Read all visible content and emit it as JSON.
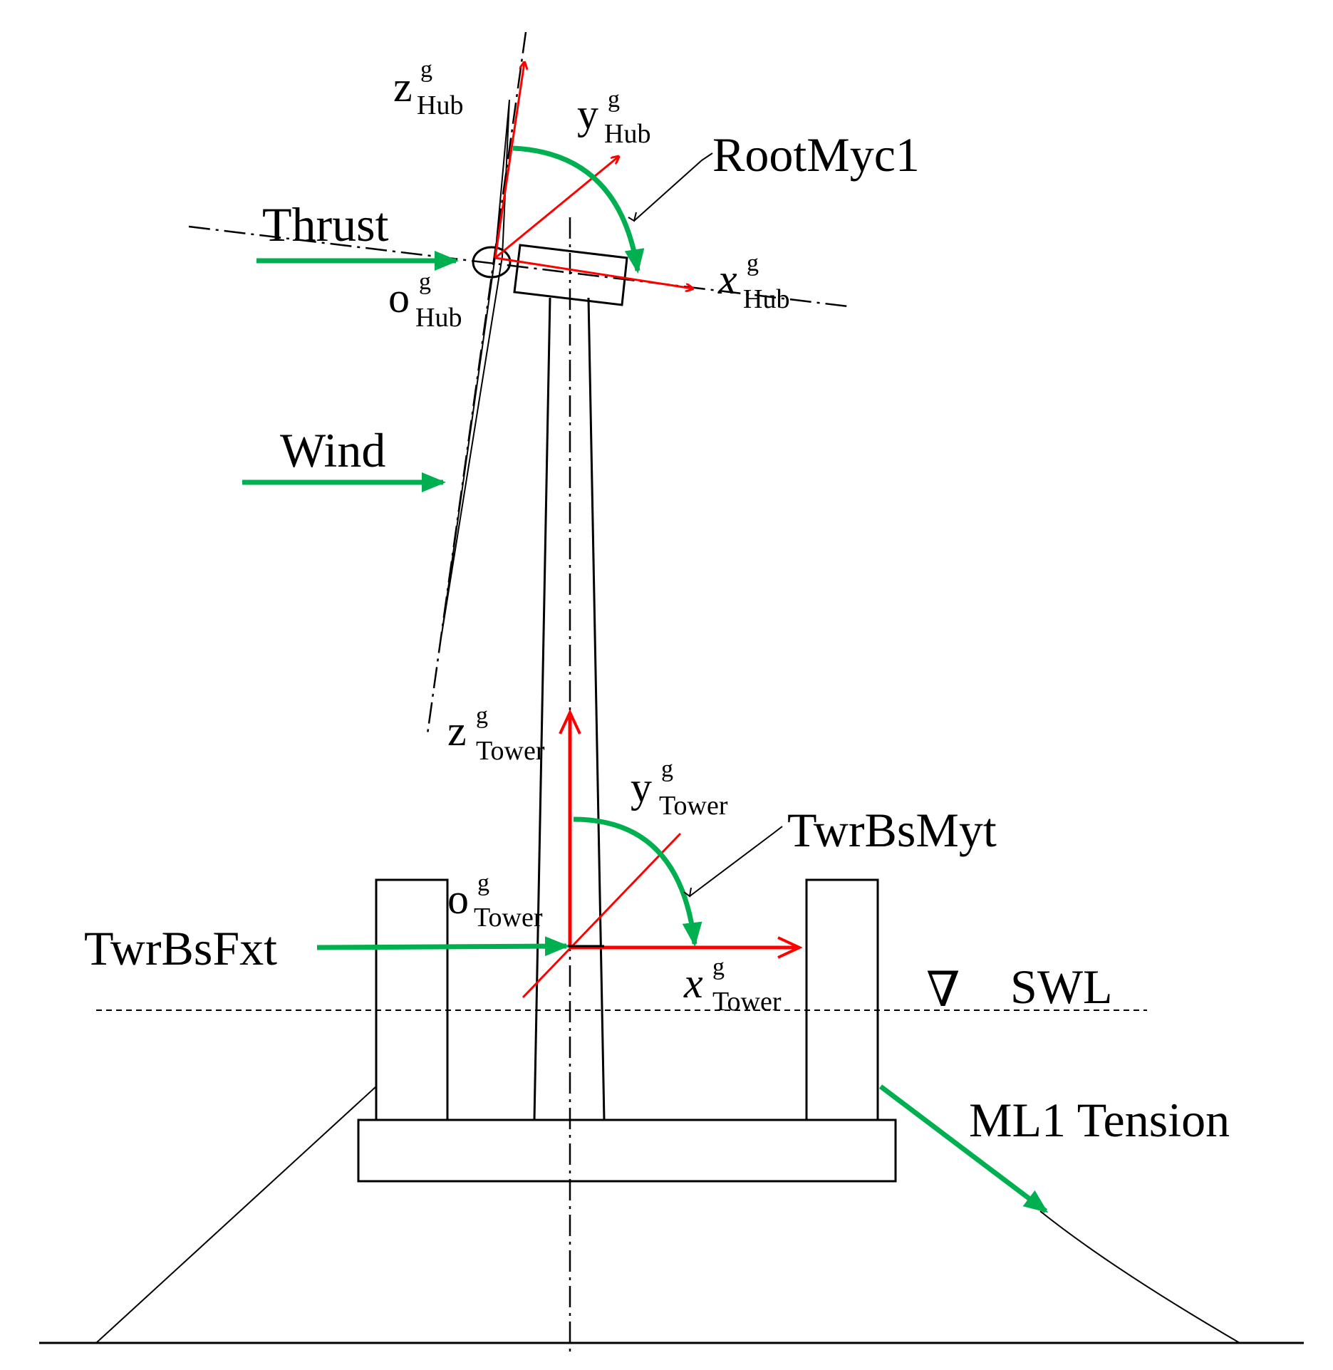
{
  "labels": {
    "hub_z": {
      "main": "z",
      "sup": "g",
      "sub": "Hub"
    },
    "hub_y": {
      "main": "y",
      "sup": "g",
      "sub": "Hub"
    },
    "hub_x": {
      "main": "x",
      "sup": "g",
      "sub": "Hub"
    },
    "hub_o": {
      "main": "o",
      "sup": "g",
      "sub": "Hub"
    },
    "tower_z": {
      "main": "z",
      "sup": "g",
      "sub": "Tower"
    },
    "tower_y": {
      "main": "y",
      "sup": "g",
      "sub": "Tower"
    },
    "tower_x": {
      "main": "x",
      "sup": "g",
      "sub": "Tower"
    },
    "tower_o": {
      "main": "o",
      "sup": "g",
      "sub": "Tower"
    },
    "root_myc1": "RootMyc1",
    "thrust": "Thrust",
    "wind": "Wind",
    "twr_bs_myt": "TwrBsMyt",
    "twr_bs_fxt": "TwrBsFxt",
    "swl_symbol": "∇",
    "swl": "SWL",
    "ml1_tension": "ML1 Tension"
  },
  "colors": {
    "axes": "#ff0000",
    "loads": "#00b050",
    "structure": "#000000"
  }
}
